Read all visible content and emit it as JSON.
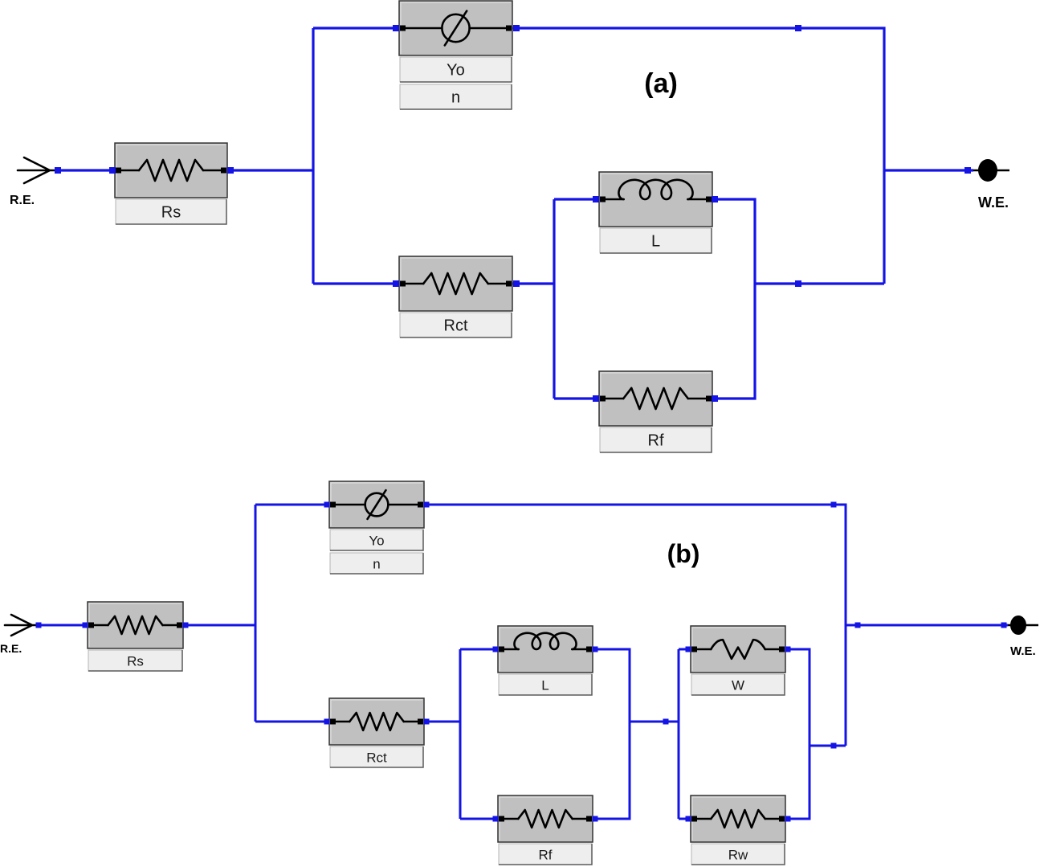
{
  "circuits": [
    {
      "title": "(a)",
      "reference_electrode": "R.E.",
      "working_electrode": "W.E.",
      "elements": {
        "rs": {
          "icon": "resistor-icon",
          "labels": [
            "Rs"
          ]
        },
        "cpe": {
          "icon": "cpe-icon",
          "labels": [
            "Yo",
            "n"
          ]
        },
        "rct": {
          "icon": "resistor-icon",
          "labels": [
            "Rct"
          ]
        },
        "l": {
          "icon": "inductor-icon",
          "labels": [
            "L"
          ]
        },
        "rf": {
          "icon": "resistor-icon",
          "labels": [
            "Rf"
          ]
        }
      }
    },
    {
      "title": "(b)",
      "reference_electrode": "R.E.",
      "working_electrode": "W.E.",
      "elements": {
        "rs": {
          "icon": "resistor-icon",
          "labels": [
            "Rs"
          ]
        },
        "cpe": {
          "icon": "cpe-icon",
          "labels": [
            "Yo",
            "n"
          ]
        },
        "rct": {
          "icon": "resistor-icon",
          "labels": [
            "Rct"
          ]
        },
        "l": {
          "icon": "inductor-icon",
          "labels": [
            "L"
          ]
        },
        "rf": {
          "icon": "resistor-icon",
          "labels": [
            "Rf"
          ]
        },
        "w": {
          "icon": "warburg-icon",
          "labels": [
            "W"
          ]
        },
        "rw": {
          "icon": "resistor-icon",
          "labels": [
            "Rw"
          ]
        }
      }
    }
  ],
  "colors": {
    "wire": "#1414e6",
    "element_body": "#c0c0c0",
    "label_cell": "#eeeeee",
    "symbol": "#000000"
  }
}
